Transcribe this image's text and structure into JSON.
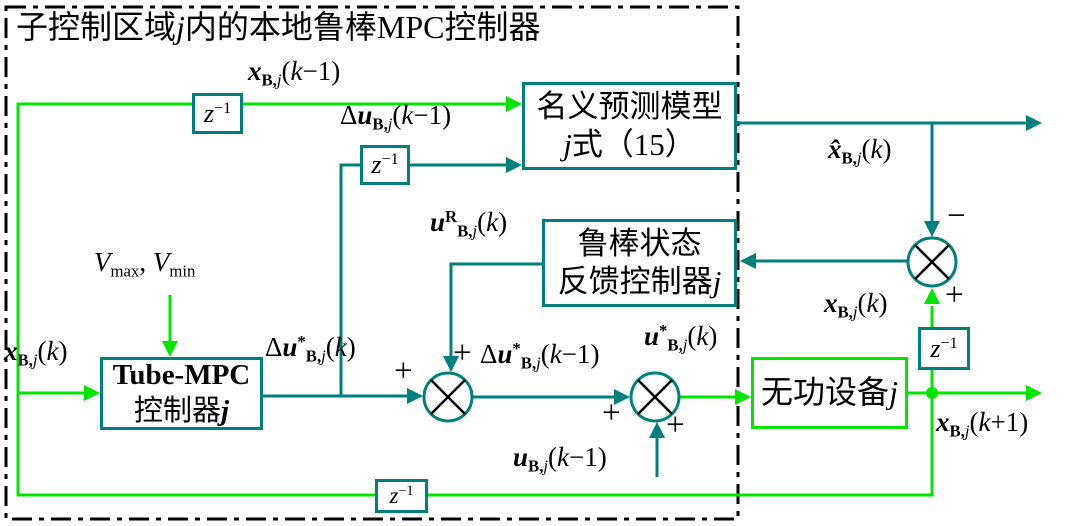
{
  "colors": {
    "green": "#00E400",
    "teal": "#007F7F",
    "ink": "#000000"
  },
  "title": {
    "segments": [
      {
        "t": "子控制区域",
        "v": "n"
      },
      {
        "t": "j",
        "v": "i"
      },
      {
        "t": "内的本地鲁棒MPC控制器",
        "v": "n"
      }
    ]
  },
  "blocks": {
    "delay": {
      "segments": [
        {
          "t": "z",
          "v": "i"
        },
        {
          "t": "−1",
          "v": "sup"
        }
      ]
    },
    "nominal": {
      "line1": {
        "segments": [
          {
            "t": "名义预测模型",
            "v": "n"
          }
        ]
      },
      "line2": {
        "segments": [
          {
            "t": "j",
            "v": "i"
          },
          {
            "t": "式（15）",
            "v": "n"
          }
        ]
      }
    },
    "robust": {
      "line1": {
        "segments": [
          {
            "t": "鲁棒状态",
            "v": "n"
          }
        ]
      },
      "line2": {
        "segments": [
          {
            "t": "反馈控制器",
            "v": "n"
          },
          {
            "t": "j",
            "v": "i"
          }
        ]
      }
    },
    "tube": {
      "line1": {
        "segments": [
          {
            "t": "Tube-MPC",
            "v": "b"
          }
        ]
      },
      "line2": {
        "segments": [
          {
            "t": "控制器",
            "v": "n"
          },
          {
            "t": "j",
            "v": "bi"
          }
        ]
      }
    },
    "device": {
      "line1": {
        "segments": [
          {
            "t": "无功设备",
            "v": "n"
          },
          {
            "t": "j",
            "v": "i"
          }
        ]
      }
    }
  },
  "signals": {
    "x_km1": {
      "segments": [
        {
          "t": "x",
          "v": "bi"
        },
        {
          "t": "B,",
          "v": "sub b"
        },
        {
          "t": "j",
          "v": "sub i"
        },
        {
          "t": "(",
          "v": "n"
        },
        {
          "t": "k",
          "v": "i"
        },
        {
          "t": "−1)",
          "v": "n"
        }
      ]
    },
    "du_km1": {
      "segments": [
        {
          "t": "Δ",
          "v": "n"
        },
        {
          "t": "u",
          "v": "bi"
        },
        {
          "t": "B,",
          "v": "sub b"
        },
        {
          "t": "j",
          "v": "sub i"
        },
        {
          "t": "(",
          "v": "n"
        },
        {
          "t": "k",
          "v": "i"
        },
        {
          "t": "−1)",
          "v": "n"
        }
      ]
    },
    "xhat_k": {
      "segments": [
        {
          "t": "x̂",
          "v": "bi"
        },
        {
          "t": "B,",
          "v": "sub b"
        },
        {
          "t": "j",
          "v": "sub i"
        },
        {
          "t": "(",
          "v": "n"
        },
        {
          "t": "k",
          "v": "i"
        },
        {
          "t": ")",
          "v": "n"
        }
      ]
    },
    "uR_k": {
      "segments": [
        {
          "t": "u",
          "v": "bi"
        },
        {
          "t": "R",
          "v": "sup b"
        },
        {
          "t": "B,",
          "v": "sub b"
        },
        {
          "t": "j",
          "v": "sub i"
        },
        {
          "t": "(",
          "v": "n"
        },
        {
          "t": "k",
          "v": "i"
        },
        {
          "t": ")",
          "v": "n"
        }
      ]
    },
    "x_k_right": {
      "segments": [
        {
          "t": "x",
          "v": "bi"
        },
        {
          "t": "B,",
          "v": "sub b"
        },
        {
          "t": "j",
          "v": "sub i"
        },
        {
          "t": "(",
          "v": "n"
        },
        {
          "t": "k",
          "v": "i"
        },
        {
          "t": ")",
          "v": "n"
        }
      ]
    },
    "x_k_left": {
      "segments": [
        {
          "t": "x",
          "v": "bi"
        },
        {
          "t": "B,",
          "v": "sub b"
        },
        {
          "t": "j",
          "v": "sub i"
        },
        {
          "t": "(",
          "v": "n"
        },
        {
          "t": "k",
          "v": "i"
        },
        {
          "t": ")",
          "v": "n"
        }
      ]
    },
    "v_limits": {
      "segments": [
        {
          "t": "V",
          "v": "i"
        },
        {
          "t": "max",
          "v": "sub"
        },
        {
          "t": ", ",
          "v": "n"
        },
        {
          "t": "V",
          "v": "i"
        },
        {
          "t": "min",
          "v": "sub"
        }
      ]
    },
    "dustar_k": {
      "segments": [
        {
          "t": "Δ",
          "v": "n"
        },
        {
          "t": "u",
          "v": "bi"
        },
        {
          "t": "*",
          "v": "sup b"
        },
        {
          "t": "B,",
          "v": "sub b"
        },
        {
          "t": "j",
          "v": "sub i"
        },
        {
          "t": "(",
          "v": "n"
        },
        {
          "t": "k",
          "v": "i"
        },
        {
          "t": ")",
          "v": "n"
        }
      ]
    },
    "dustar_km1": {
      "segments": [
        {
          "t": "Δ",
          "v": "n"
        },
        {
          "t": "u",
          "v": "bi"
        },
        {
          "t": "*",
          "v": "sup b"
        },
        {
          "t": "B,",
          "v": "sub b"
        },
        {
          "t": "j",
          "v": "sub i"
        },
        {
          "t": "(",
          "v": "n"
        },
        {
          "t": "k",
          "v": "i"
        },
        {
          "t": "−1)",
          "v": "n"
        }
      ]
    },
    "ustar_k": {
      "segments": [
        {
          "t": "u",
          "v": "bi"
        },
        {
          "t": "*",
          "v": "sup b"
        },
        {
          "t": "B,",
          "v": "sub b"
        },
        {
          "t": "j",
          "v": "sub i"
        },
        {
          "t": "(",
          "v": "n"
        },
        {
          "t": "k",
          "v": "i"
        },
        {
          "t": ")",
          "v": "n"
        }
      ]
    },
    "u_km1": {
      "segments": [
        {
          "t": "u",
          "v": "bi"
        },
        {
          "t": "B,",
          "v": "sub b"
        },
        {
          "t": "j",
          "v": "sub i"
        },
        {
          "t": "(",
          "v": "n"
        },
        {
          "t": "k",
          "v": "i"
        },
        {
          "t": "−1)",
          "v": "n"
        }
      ]
    },
    "x_kp1": {
      "segments": [
        {
          "t": "x",
          "v": "bi"
        },
        {
          "t": "B,",
          "v": "sub b"
        },
        {
          "t": "j",
          "v": "sub i"
        },
        {
          "t": "(",
          "v": "n"
        },
        {
          "t": "k",
          "v": "i"
        },
        {
          "t": "+1)",
          "v": "n"
        }
      ]
    }
  },
  "operators": {
    "plus": "+",
    "minus": "−"
  }
}
